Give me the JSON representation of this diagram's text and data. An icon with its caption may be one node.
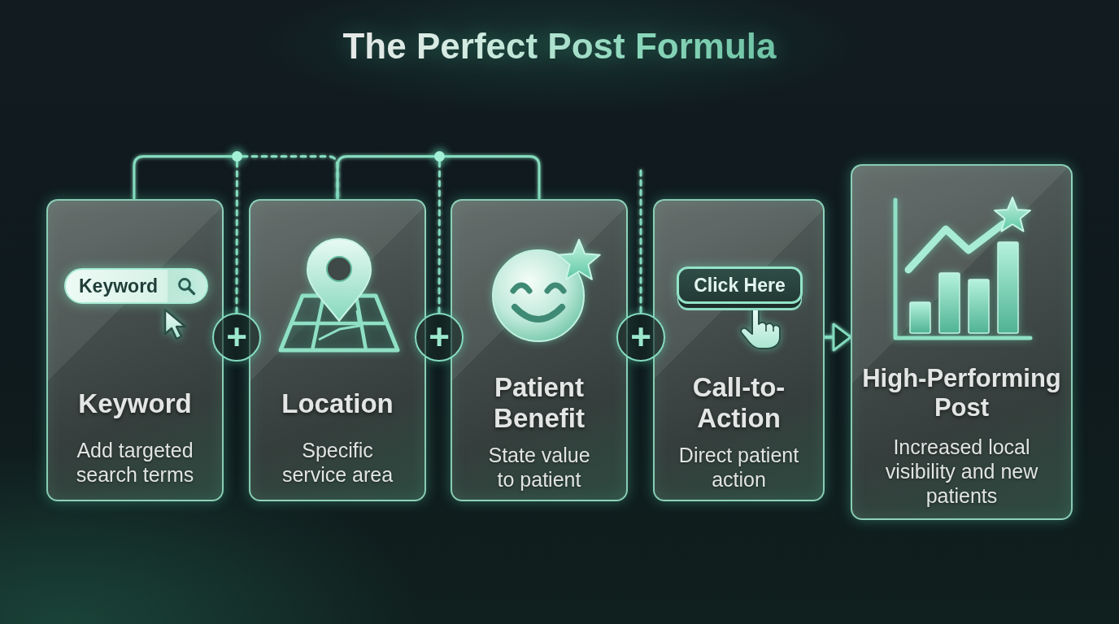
{
  "diagram": {
    "title": "The Perfect Post Formula",
    "nodes": [
      {
        "text": [
          "Keyword",
          "Add targeted search terms"
        ]
      },
      {
        "text": [
          "Keyword"
        ],
        "in": 0
      },
      {
        "text": [],
        "shape": "circle"
      },
      {
        "text": [
          "+"
        ]
      },
      {
        "text": [
          "Location",
          "Specific service area"
        ]
      },
      {
        "text": [],
        "shape": "circle"
      },
      {
        "text": [
          "+"
        ]
      },
      {
        "text": [
          "Patient Benefit",
          "State value to patient"
        ]
      },
      {
        "text": [
          "+"
        ]
      },
      {
        "text": [
          "Call-to-Action",
          "Direct patient action"
        ]
      },
      {
        "text": [
          "Click Here"
        ],
        "in": 9
      },
      {
        "text": [
          "High-Performing Post",
          "Increased local visibility and new patients"
        ]
      }
    ],
    "edges": [
      {
        "from": 0,
        "to": 2,
        "arrow": "none"
      },
      {
        "from": 2,
        "to": 4,
        "arrow": "none",
        "style": "dashed"
      },
      {
        "from": 2,
        "to": 3,
        "arrow": "none",
        "style": "dashed"
      },
      {
        "from": 4,
        "to": 5,
        "arrow": "none"
      },
      {
        "from": 5,
        "to": 7,
        "arrow": "none"
      },
      {
        "from": 5,
        "to": 6,
        "arrow": "none",
        "style": "dashed"
      },
      {
        "from": null,
        "to": 8,
        "arrow": "none",
        "style": "dashed"
      },
      {
        "from": 9,
        "to": 11,
        "arrow": "to"
      }
    ]
  }
}
